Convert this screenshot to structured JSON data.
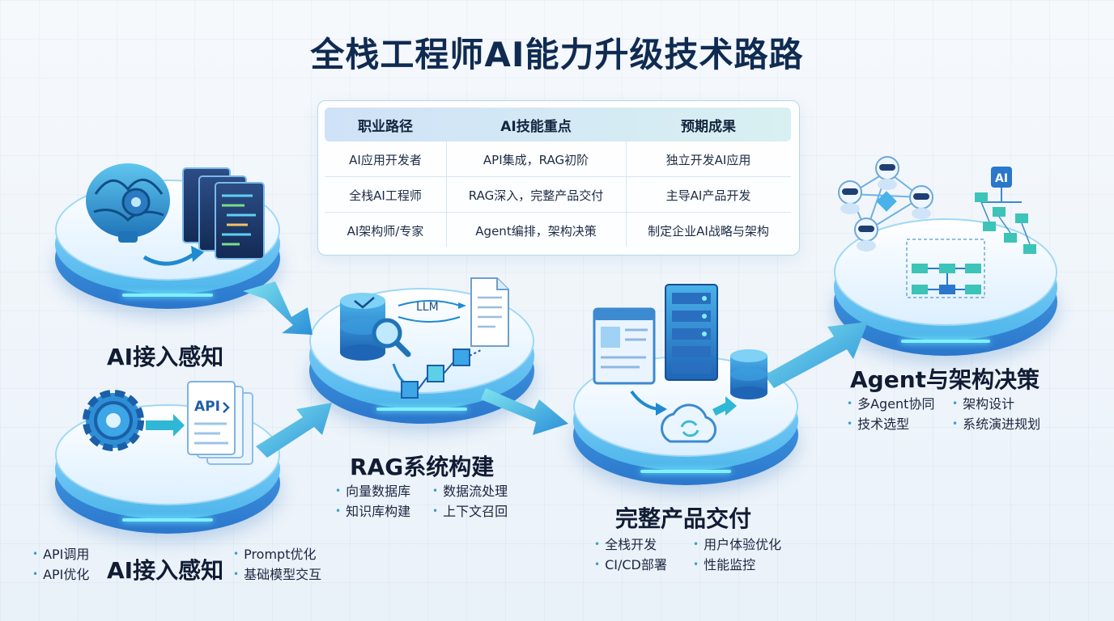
{
  "title": "全栈工程师AI能力升级技术路路",
  "table": {
    "headers": [
      "职业路径",
      "AI技能重点",
      "预期成果"
    ],
    "rows": [
      [
        "AI应用开发者",
        "API集成，RAG初阶",
        "独立开发AI应用"
      ],
      [
        "全栈AI工程师",
        "RAG深入，完整产品交付",
        "主导AI产品开发"
      ],
      [
        "AI架构师/专家",
        "Agent编排，架构决策",
        "制定企业AI战略与架构"
      ]
    ]
  },
  "stages": {
    "perception_top": {
      "label": "AI接入感知"
    },
    "perception_bottom": {
      "label": "AI接入感知",
      "left_bullets": [
        "API调用",
        "API优化"
      ],
      "right_bullets": [
        "Prompt优化",
        "基础模型交互"
      ]
    },
    "rag": {
      "label": "RAG系统构建",
      "bullets": [
        "向量数据库",
        "数据流处理",
        "知识库构建",
        "上下文召回"
      ],
      "llm_tag": "LLM"
    },
    "delivery": {
      "label": "完整产品交付",
      "bullets": [
        "全栈开发",
        "用户体验优化",
        "CI/CD部署",
        "性能监控"
      ]
    },
    "agent": {
      "label": "Agent与架构决策",
      "bullets": [
        "多Agent协同",
        "架构设计",
        "技术选型",
        "系统演进规划"
      ],
      "ai_tag": "AI"
    }
  },
  "api_tag": "API",
  "colors": {
    "accent": "#2a77cc",
    "teal": "#3ccbd6",
    "title": "#0f2b52"
  }
}
